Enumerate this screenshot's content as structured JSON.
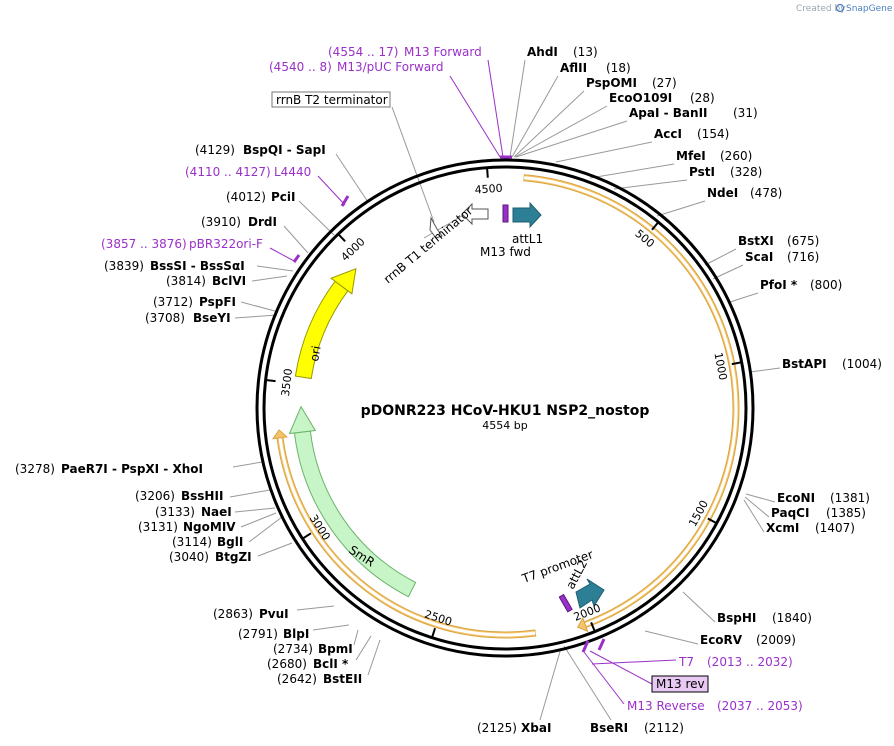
{
  "plasmid": {
    "name": "pDONR223 HCoV-HKU1 NSP2_nostop",
    "length_label": "4554 bp",
    "length": 4554
  },
  "branding": {
    "created_by": "Created by",
    "product": "SnapGene"
  },
  "ticks": [
    "500",
    "1000",
    "1500",
    "2000",
    "2500",
    "3000",
    "3500",
    "4000",
    "4500"
  ],
  "enzymes": [
    {
      "name": "AhdI",
      "pos": "(13)"
    },
    {
      "name": "AflII",
      "pos": "(18)"
    },
    {
      "name": "PspOMI",
      "pos": "(27)"
    },
    {
      "name": "EcoO109I",
      "pos": "(28)"
    },
    {
      "name": "ApaI - BanII",
      "pos": "(31)"
    },
    {
      "name": "AccI",
      "pos": "(154)"
    },
    {
      "name": "MfeI",
      "pos": "(260)"
    },
    {
      "name": "PstI",
      "pos": "(328)"
    },
    {
      "name": "NdeI",
      "pos": "(478)"
    },
    {
      "name": "BstXI",
      "pos": "(675)"
    },
    {
      "name": "ScaI",
      "pos": "(716)"
    },
    {
      "name": "PfoI *",
      "pos": "(800)"
    },
    {
      "name": "BstAPI",
      "pos": "(1004)"
    },
    {
      "name": "EcoNI",
      "pos": "(1381)"
    },
    {
      "name": "PaqCI",
      "pos": "(1385)"
    },
    {
      "name": "XcmI",
      "pos": "(1407)"
    },
    {
      "name": "BspHI",
      "pos": "(1840)"
    },
    {
      "name": "EcoRV",
      "pos": "(2009)"
    },
    {
      "name": "BseRI",
      "pos": "(2112)"
    },
    {
      "name": "XbaI",
      "pos": "(2125)"
    },
    {
      "name": "BstEII",
      "pos": "(2642)"
    },
    {
      "name": "BclI *",
      "pos": "(2680)"
    },
    {
      "name": "BpmI",
      "pos": "(2734)"
    },
    {
      "name": "BlpI",
      "pos": "(2791)"
    },
    {
      "name": "PvuI",
      "pos": "(2863)"
    },
    {
      "name": "BtgZI",
      "pos": "(3040)"
    },
    {
      "name": "BglI",
      "pos": "(3114)"
    },
    {
      "name": "NgoMIV",
      "pos": "(3131)"
    },
    {
      "name": "NaeI",
      "pos": "(3133)"
    },
    {
      "name": "BssHII",
      "pos": "(3206)"
    },
    {
      "name": "PaeR7I - PspXI - XhoI",
      "pos": "(3278)"
    },
    {
      "name": "BseYI",
      "pos": "(3708)"
    },
    {
      "name": "PspFI",
      "pos": "(3712)"
    },
    {
      "name": "BclVI",
      "pos": "(3814)"
    },
    {
      "name": "BssSI - BssSαI",
      "pos": "(3839)"
    },
    {
      "name": "DrdI",
      "pos": "(3910)"
    },
    {
      "name": "PciI",
      "pos": "(4012)"
    },
    {
      "name": "BspQI - SapI",
      "pos": "(4129)"
    }
  ],
  "primers": [
    {
      "name": "M13 Forward",
      "range": "(4554 .. 17)"
    },
    {
      "name": "M13/pUC Forward",
      "range": "(4540 .. 8)"
    },
    {
      "name": "L4440",
      "range": "(4110 .. 4127)"
    },
    {
      "name": "pBR322ori-F",
      "range": "(3857 .. 3876)"
    },
    {
      "name": "T7",
      "range": "(2013 .. 2032)"
    },
    {
      "name": "M13 rev",
      "range": ""
    },
    {
      "name": "M13 Reverse",
      "range": "(2037 .. 2053)"
    }
  ],
  "features": [
    {
      "name": "rrnB T2 terminator",
      "boxed": true
    },
    {
      "name": "rrnB T1 terminator"
    },
    {
      "name": "attL1"
    },
    {
      "name": "M13 fwd"
    },
    {
      "name": "ori"
    },
    {
      "name": "SmR"
    },
    {
      "name": "T7 promoter"
    },
    {
      "name": "attL2"
    }
  ],
  "colors": {
    "orf_fill": "#ffffff",
    "orf_glow": "#f5c46a",
    "ori": "#ffff00",
    "smr": "#c8f5c8",
    "att": "#2c7f95",
    "primer": "#9b30c9",
    "terminator": "#ffffff"
  }
}
